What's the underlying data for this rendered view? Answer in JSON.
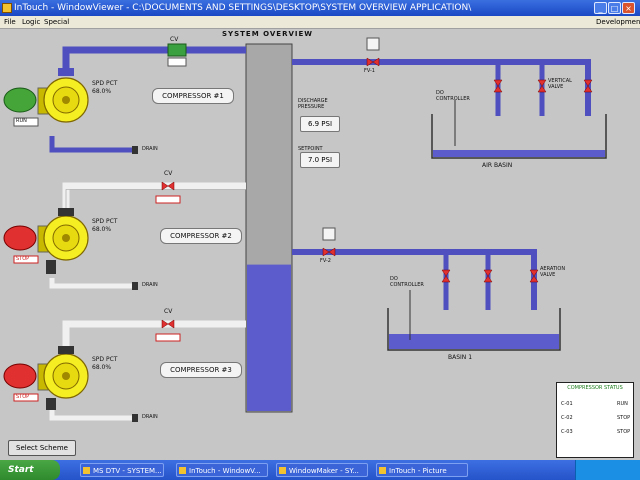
{
  "window": {
    "title": "InTouch - WindowViewer - C:\\DOCUMENTS AND SETTINGS\\DESKTOP\\SYSTEM OVERVIEW APPLICATION\\",
    "menu": [
      "File",
      "Logic",
      "Special"
    ],
    "menu_right": "Development"
  },
  "overview": {
    "title": "SYSTEM OVERVIEW",
    "discharge_pressure_label": "DISCHARGE PRESSURE",
    "discharge_pressure_value": "6.9 PSI",
    "setpoint_label": "SETPOINT",
    "setpoint_value": "7.0 PSI",
    "tank_level": 0.4
  },
  "compressors": [
    {
      "name": "COMPRESSOR #1",
      "state_label": "RUN",
      "speed": "SPD PCT 68.0%",
      "valve": "CV",
      "tag": "DRAIN",
      "color": "#46a538"
    },
    {
      "name": "COMPRESSOR #2",
      "state_label": "STOP",
      "speed": "SPD PCT 68.0%",
      "valve": "CV",
      "tag": "DRAIN",
      "color": "#e03030"
    },
    {
      "name": "COMPRESSOR #3",
      "state_label": "STOP",
      "speed": "SPD PCT 68.0%",
      "valve": "CV",
      "tag": "DRAIN",
      "color": "#e03030"
    }
  ],
  "basins": [
    {
      "name": "AIR BASIN",
      "controller": "DO CONTROLLER",
      "valve_label": "VERTICAL VALVE",
      "inlet": "FV-1"
    },
    {
      "name": "BASIN 1",
      "controller": "DO CONTROLLER",
      "valve_label": "AERATION VALVE",
      "inlet": "FV-2"
    }
  ],
  "buttons": {
    "select_scheme": "Select Scheme"
  },
  "legend": {
    "title": "COMPRESSOR STATUS",
    "rows": [
      {
        "left": "C-01",
        "right": "RUN"
      },
      {
        "left": "C-02",
        "right": "STOP"
      },
      {
        "left": "C-03",
        "right": "STOP"
      }
    ]
  },
  "taskbar": {
    "start": "Start",
    "tasks": [
      "MS DTV - SYSTEM...",
      "InTouch - WindowV...",
      "WindowMaker - SY...",
      "InTouch - Picture"
    ]
  }
}
